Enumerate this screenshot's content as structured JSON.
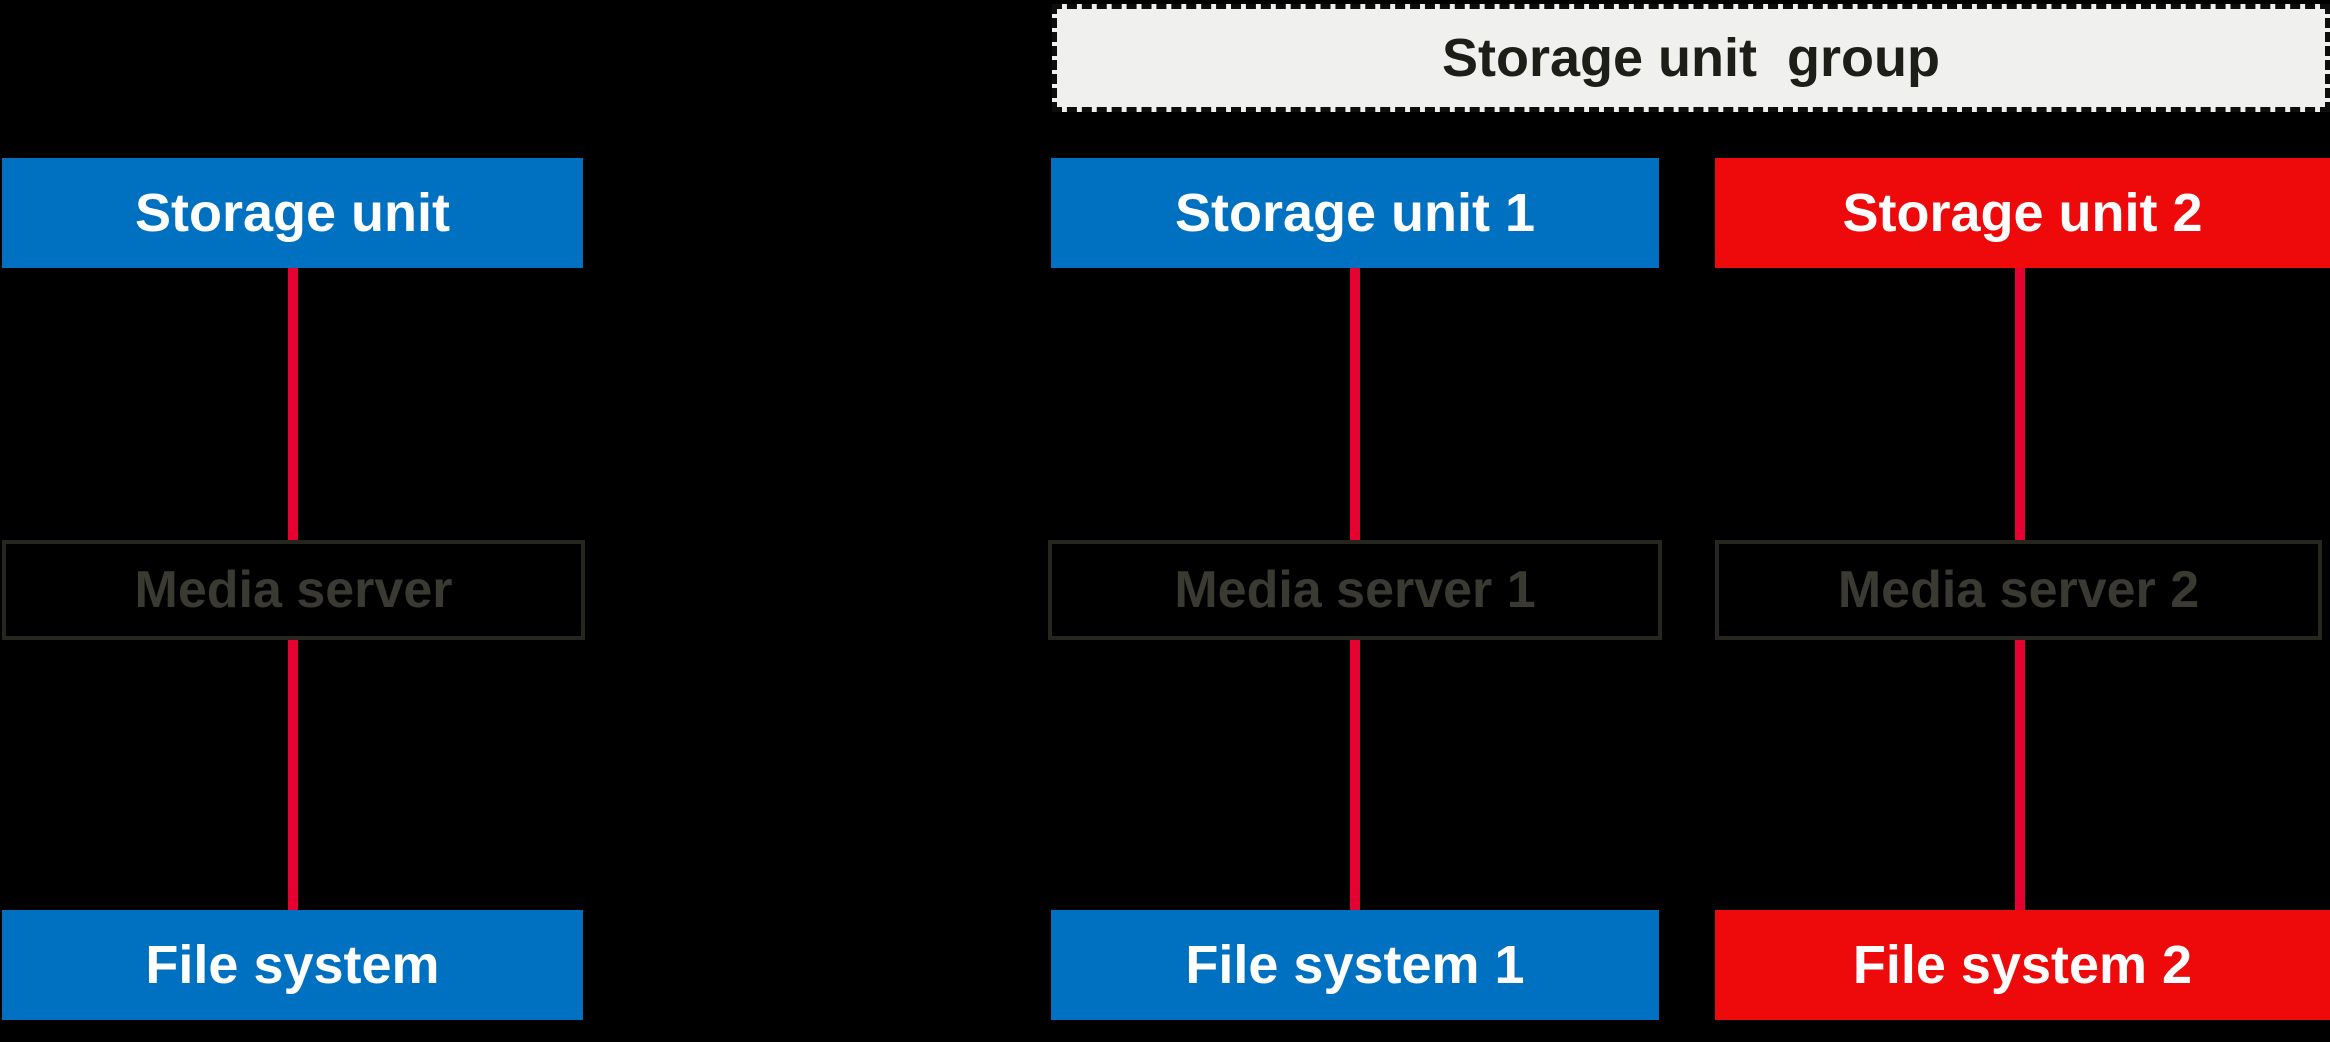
{
  "colors": {
    "background": "#000000",
    "unit_blue": "#0070c0",
    "unit_red": "#ee0a0a",
    "connector_red": "#e60032",
    "group_header_bg": "#f0f0ef",
    "group_header_border": "#0d0d0d",
    "media_server_border": "#26261f",
    "media_server_text": "#3a3a33",
    "box_text_white": "#ffffff",
    "group_header_text": "#1e1e19"
  },
  "standalone_flow": {
    "storage_unit": "Storage unit",
    "media_server": "Media server",
    "file_system": "File system"
  },
  "group": {
    "title": "Storage unit  group",
    "columns": [
      {
        "storage_unit": "Storage unit 1",
        "media_server": "Media server 1",
        "file_system": "File system 1"
      },
      {
        "storage_unit": "Storage unit 2",
        "media_server": "Media server 2",
        "file_system": "File system 2"
      }
    ]
  }
}
